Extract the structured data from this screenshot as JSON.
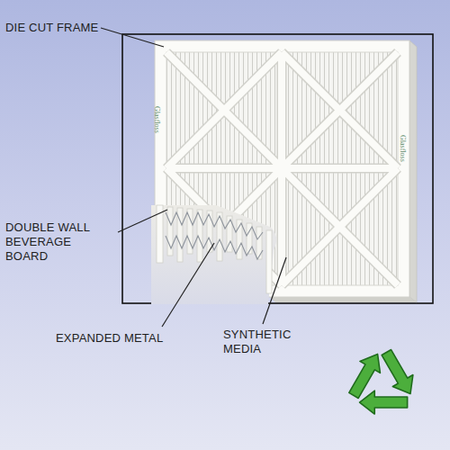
{
  "diagram": {
    "labels": [
      "DIE CUT FRAME",
      "DOUBLE WALL BEVERAGE BOARD",
      "EXPANDED METAL",
      "SYNTHETIC MEDIA",
      "Glasfloss",
      "Glasfloss"
    ]
  }
}
